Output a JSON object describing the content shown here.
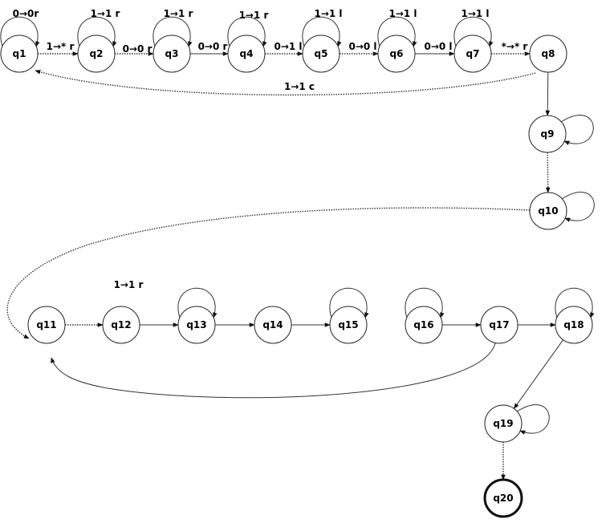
{
  "states": [
    {
      "id": "q1",
      "label": "q1"
    },
    {
      "id": "q2",
      "label": "q2"
    },
    {
      "id": "q3",
      "label": "q3"
    },
    {
      "id": "q4",
      "label": "q4"
    },
    {
      "id": "q5",
      "label": "q5"
    },
    {
      "id": "q6",
      "label": "q6"
    },
    {
      "id": "q7",
      "label": "q7"
    },
    {
      "id": "q8",
      "label": "q8"
    },
    {
      "id": "q9",
      "label": "q9"
    },
    {
      "id": "q10",
      "label": "q10"
    },
    {
      "id": "q11",
      "label": "q11"
    },
    {
      "id": "q12",
      "label": "q12"
    },
    {
      "id": "q13",
      "label": "q13"
    },
    {
      "id": "q14",
      "label": "q14"
    },
    {
      "id": "q15",
      "label": "q15"
    },
    {
      "id": "q16",
      "label": "q16"
    },
    {
      "id": "q17",
      "label": "q17"
    },
    {
      "id": "q18",
      "label": "q18"
    },
    {
      "id": "q19",
      "label": "q19"
    },
    {
      "id": "q20",
      "label": "q20",
      "final": true
    }
  ],
  "edges": [
    {
      "from": "q1",
      "to": "q1",
      "label": "0→0r"
    },
    {
      "from": "q1",
      "to": "q2",
      "label": "1→* r"
    },
    {
      "from": "q2",
      "to": "q2",
      "label": "1→1 r"
    },
    {
      "from": "q2",
      "to": "q3",
      "label": "0→0 r"
    },
    {
      "from": "q3",
      "to": "q3",
      "label": "1→1 r"
    },
    {
      "from": "q3",
      "to": "q4",
      "label": "0→0 r"
    },
    {
      "from": "q4",
      "to": "q4",
      "label": "1→1 r"
    },
    {
      "from": "q4",
      "to": "q5",
      "label": "0→1 l"
    },
    {
      "from": "q5",
      "to": "q5",
      "label": "1→1 l"
    },
    {
      "from": "q5",
      "to": "q6",
      "label": "0→0 l"
    },
    {
      "from": "q6",
      "to": "q6",
      "label": "1→1 l"
    },
    {
      "from": "q6",
      "to": "q7",
      "label": "0→0 l"
    },
    {
      "from": "q7",
      "to": "q7",
      "label": "1→1 l"
    },
    {
      "from": "q7",
      "to": "q8",
      "label": "*→* r"
    },
    {
      "from": "q8",
      "to": "q1",
      "label": "1→1 c"
    },
    {
      "from": "q8",
      "to": "q9",
      "label": ""
    },
    {
      "from": "q9",
      "to": "q9",
      "label": ""
    },
    {
      "from": "q9",
      "to": "q10",
      "label": ""
    },
    {
      "from": "q10",
      "to": "q10",
      "label": ""
    },
    {
      "from": "q10",
      "to": "q11",
      "label": ""
    },
    {
      "from": "q11",
      "to": "q12",
      "label": ""
    },
    {
      "from": "q12",
      "to": "q13",
      "label": "1→1 r"
    },
    {
      "from": "q13",
      "to": "q13",
      "label": ""
    },
    {
      "from": "q13",
      "to": "q14",
      "label": ""
    },
    {
      "from": "q14",
      "to": "q15",
      "label": ""
    },
    {
      "from": "q15",
      "to": "q15",
      "label": ""
    },
    {
      "from": "q16",
      "to": "q16",
      "label": ""
    },
    {
      "from": "q16",
      "to": "q17",
      "label": ""
    },
    {
      "from": "q17",
      "to": "q11",
      "label": ""
    },
    {
      "from": "q17",
      "to": "q18",
      "label": ""
    },
    {
      "from": "q18",
      "to": "q18",
      "label": ""
    },
    {
      "from": "q18",
      "to": "q19",
      "label": ""
    },
    {
      "from": "q19",
      "to": "q19",
      "label": ""
    },
    {
      "from": "q19",
      "to": "q20",
      "label": ""
    }
  ]
}
